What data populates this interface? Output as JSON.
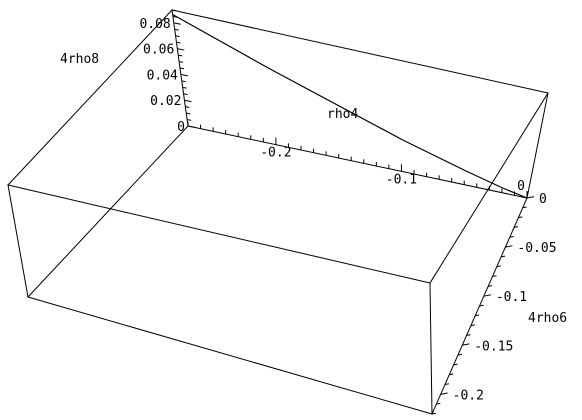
{
  "chart_data": {
    "type": "line",
    "view": "3d-box",
    "title": "",
    "axes": {
      "x": {
        "label": "rho4",
        "range": [
          -0.27,
          0
        ],
        "ticks": [
          {
            "value": -0.2,
            "label": "-0.2"
          },
          {
            "value": -0.1,
            "label": "-0.1"
          },
          {
            "value": 0,
            "label": "0"
          }
        ]
      },
      "y": {
        "label": "4rho6",
        "range": [
          -0.22,
          0
        ],
        "ticks": [
          {
            "value": 0,
            "label": "0"
          },
          {
            "value": -0.05,
            "label": "-0.05"
          },
          {
            "value": -0.1,
            "label": "-0.1"
          },
          {
            "value": -0.15,
            "label": "-0.15"
          },
          {
            "value": -0.2,
            "label": "-0.2"
          }
        ]
      },
      "z": {
        "label": "4rho8",
        "range": [
          0,
          0.09
        ],
        "ticks": [
          {
            "value": 0,
            "label": "0"
          },
          {
            "value": 0.02,
            "label": "0.02"
          },
          {
            "value": 0.04,
            "label": "0.04"
          },
          {
            "value": 0.06,
            "label": "0.06"
          },
          {
            "value": 0.08,
            "label": "0.08"
          }
        ]
      }
    },
    "series": [
      {
        "points": [
          {
            "x": -0.27,
            "y": 0,
            "z": 0.0865
          },
          {
            "x": -0.2,
            "y": 0,
            "z": 0.0595
          },
          {
            "x": -0.1,
            "y": 0,
            "z": 0.0255
          },
          {
            "x": -0.05,
            "y": 0,
            "z": 0.0115
          },
          {
            "x": -0.02,
            "y": 0,
            "z": 0.004
          },
          {
            "x": 0,
            "y": 0,
            "z": 0
          }
        ]
      }
    ]
  }
}
